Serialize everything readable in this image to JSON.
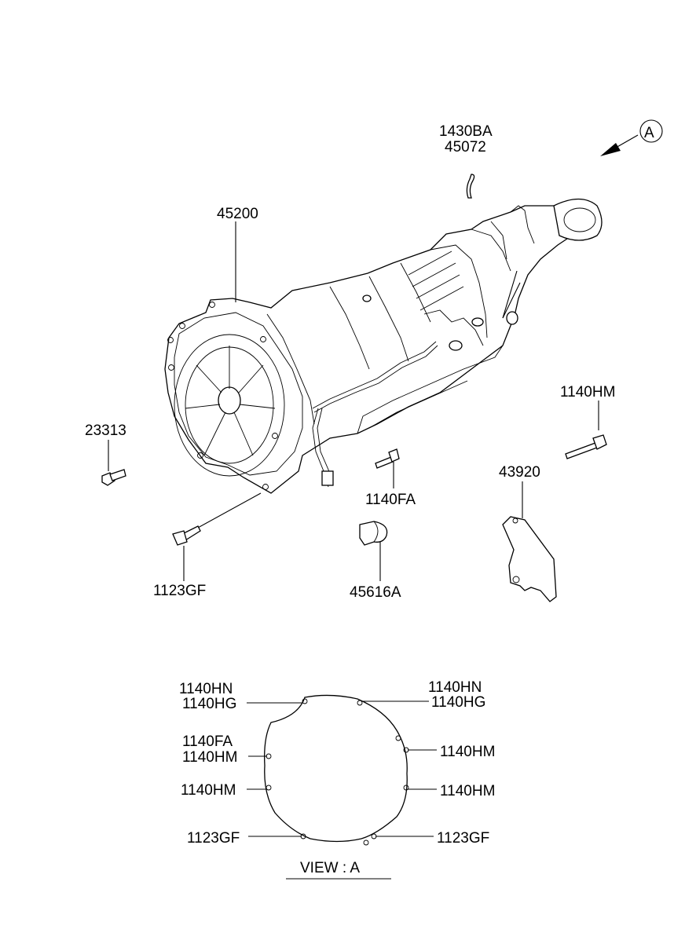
{
  "callouts": {
    "p1430BA": "1430BA",
    "p45072": "45072",
    "p45200": "45200",
    "view_marker": "A",
    "p23313": "23313",
    "p1140HM_bolt": "1140HM",
    "p43920": "43920",
    "p1140FA_bolt": "1140FA",
    "p1123GF_bolt": "1123GF",
    "p45616A": "45616A"
  },
  "view_a": {
    "title": "VIEW :  A",
    "left_top_1": "1140HN",
    "left_top_2": "1140HG",
    "left_mid_1": "1140FA",
    "left_mid_2": "1140HM",
    "left_low": "1140HM",
    "left_bottom": "1123GF",
    "right_top_1": "1140HN",
    "right_top_2": "1140HG",
    "right_mid": "1140HM",
    "right_low": "1140HM",
    "right_bottom": "1123GF"
  }
}
